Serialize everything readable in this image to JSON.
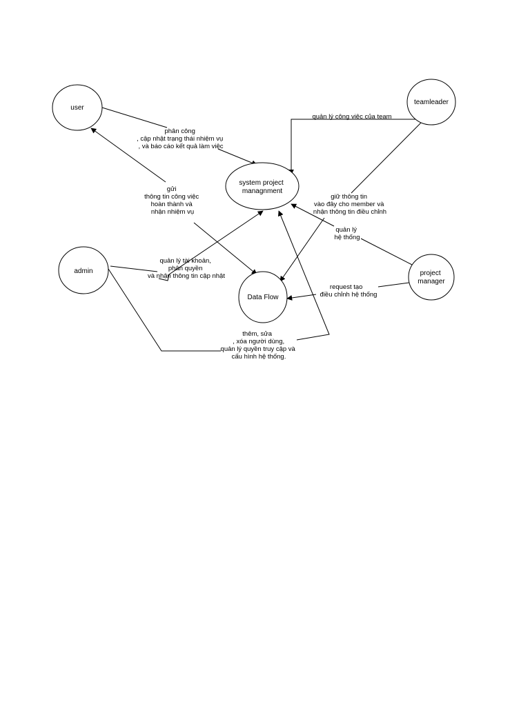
{
  "diagram": {
    "nodes": {
      "user": "user",
      "teamleader": "teamleader",
      "admin": "admin",
      "system": [
        "system project",
        "managnment"
      ],
      "dataflow": "Data Flow",
      "pm": [
        "project",
        "manager"
      ]
    },
    "edges": {
      "user_to_system": [
        "phân công",
        ", cập nhật trạng thái nhiệm vụ",
        ", và báo cáo kết quả làm việc"
      ],
      "dataflow_to_user": [
        "gửi",
        "thông tin công việc",
        "hoàn thành và",
        "nhận nhiệm vụ"
      ],
      "teamleader_to_system": [
        "quản lý công việc của team"
      ],
      "teamleader_to_dataflow": [
        "giữ thông tin",
        "vào đây cho member và",
        "nhận thông tin điều chỉnh"
      ],
      "pm_to_system": [
        "quản lý",
        "hệ thống"
      ],
      "admin_to_system": [
        "quản lý tài khoản,",
        "phân quyền",
        "và nhận thông tin cập nhật"
      ],
      "pm_to_dataflow": [
        "request tạo",
        "điều chỉnh hệ thống"
      ],
      "admin_to_system_2": [
        "thêm, sửa",
        ", xóa người dùng,",
        "quản lý quyền truy cập và",
        "cấu hình hệ thống."
      ]
    }
  }
}
